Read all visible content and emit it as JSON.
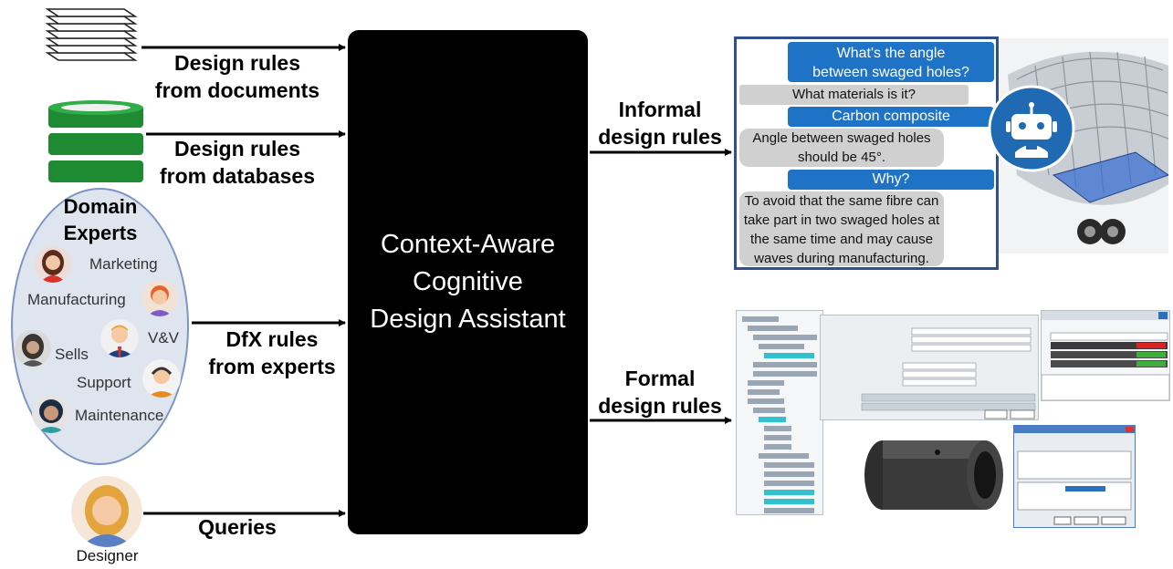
{
  "center": {
    "text": "Context-Aware\nCognitive\nDesign Assistant"
  },
  "sources": {
    "documents": "Design rules\nfrom documents",
    "databases": "Design rules\nfrom databases",
    "experts": "DfX rules\nfrom experts",
    "queries": "Queries"
  },
  "outputs": {
    "informal": "Informal\ndesign rules",
    "formal": "Formal\ndesign rules"
  },
  "domain_experts": {
    "title": "Domain\nExperts",
    "roles": [
      "Marketing",
      "Manufacturing",
      "V&V",
      "Sells",
      "Support",
      "Maintenance"
    ]
  },
  "designer": {
    "label": "Designer"
  },
  "chat": [
    {
      "role": "user",
      "text": "What's the angle\nbetween swaged holes?"
    },
    {
      "role": "assistant",
      "text": "What materials is it?"
    },
    {
      "role": "user",
      "text": "Carbon composite"
    },
    {
      "role": "assistant",
      "text": "Angle between swaged holes\nshould be 45°."
    },
    {
      "role": "user",
      "text": "Why?"
    },
    {
      "role": "assistant",
      "text": "To avoid that the same fibre can\ntake part in two swaged holes at\nthe same time and may cause\nwaves during manufacturing."
    }
  ],
  "colors": {
    "center_box": "#000000",
    "database": "#1e8a32",
    "oval_fill": "#dfe5ef",
    "oval_border": "#7e95c4",
    "bubble_user": "#1f73c7",
    "bubble_assistant": "#d0d0d0",
    "chat_border": "#2f4f8f",
    "robot_circle": "#1f6ab3"
  },
  "icons": {
    "documents": "document-stack-icon",
    "databases": "database-icon",
    "robot": "robot-icon"
  }
}
